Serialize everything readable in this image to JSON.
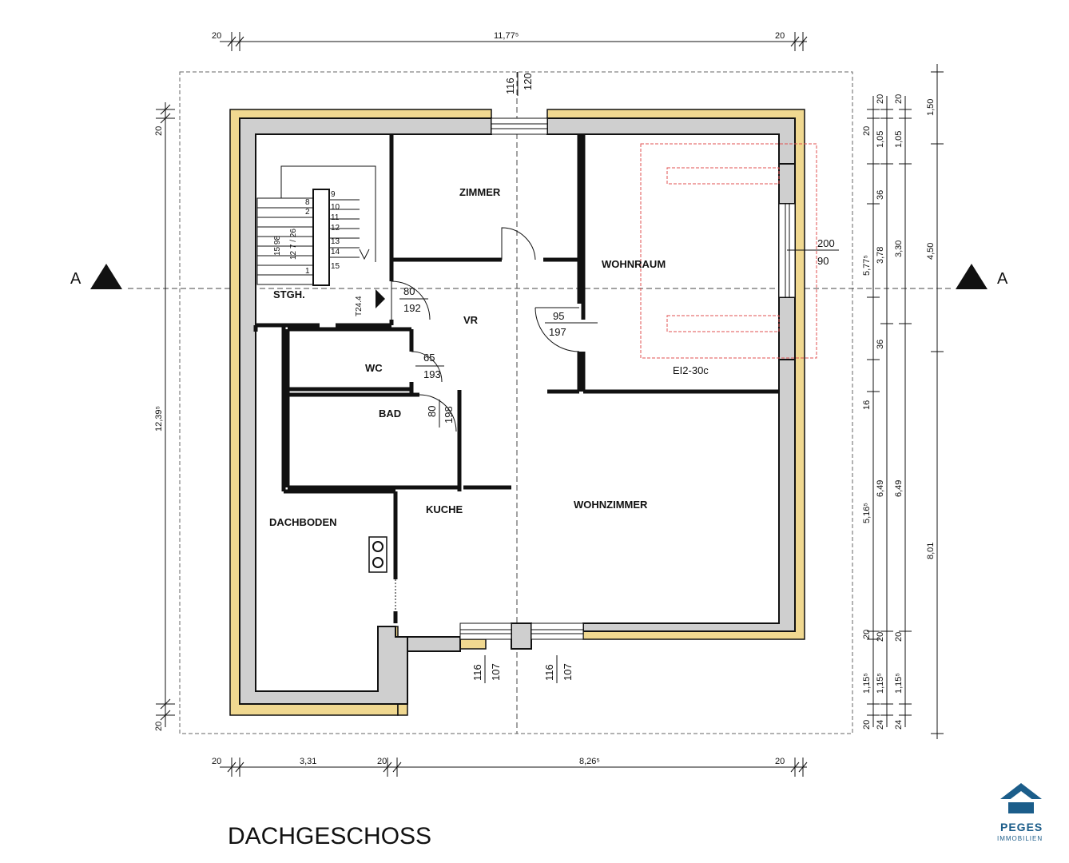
{
  "plan": {
    "title": "DACHGESCHOSS",
    "section_marker": "A",
    "fire_rating": "EI2-30c",
    "rooms": {
      "stgh": "STGH.",
      "zimmer": "ZIMMER",
      "wohnraum": "WOHNRAUM",
      "vr": "VR",
      "wc": "WC",
      "bad": "BAD",
      "dachboden": "DACHBODEN",
      "kuche": "KUCHE",
      "wohnzimmer": "WOHNZIMMER"
    },
    "doors": {
      "d1_w": "80",
      "d1_h": "192",
      "d2_w": "95",
      "d2_h": "197",
      "d3_w": "65",
      "d3_h": "193",
      "d4_w": "80",
      "d4_h": "198"
    },
    "windows": {
      "top_w": "116",
      "top_h": "120",
      "right_w": "200",
      "right_h": "90",
      "bottom1_w": "116",
      "bottom1_h": "107",
      "bottom2_w": "116",
      "bottom2_h": "107"
    },
    "stair": {
      "steps": [
        "8",
        "2",
        "1",
        "12",
        "13",
        "14",
        "15",
        "9",
        "10",
        "11"
      ],
      "label_a": "15 98",
      "label_b": "12 7 / 26",
      "label_c": "T24.4"
    },
    "dims_top": {
      "left": "20",
      "total": "11,77⁵",
      "right": "20"
    },
    "dims_bottom": {
      "a": "20",
      "b": "3,31",
      "c": "20",
      "d": "8,26⁵",
      "e": "20"
    },
    "dims_left": {
      "top": "20",
      "total": "12,39⁵",
      "bottom": "20"
    },
    "dims_right_1": [
      "20",
      "1,05",
      "36",
      "5,77⁵",
      "36",
      "16",
      "5,16⁵",
      "20",
      "1,15⁵",
      "20"
    ],
    "dims_right_2": [
      "20",
      "1,05",
      "3,78",
      "6,49",
      "20",
      "1,15⁵",
      "24"
    ],
    "dims_right_3": [
      "20",
      "3,30",
      "6,49",
      "20",
      "1,15⁵",
      "24"
    ],
    "dims_right_4": [
      "1,50",
      "4,50",
      "8,01"
    ]
  },
  "logo": {
    "name": "PEGES",
    "sub": "IMMOBILIEN",
    "color": "#1b5d8a"
  },
  "colors": {
    "insulation": "#f0d890",
    "wall": "#cfcfcf",
    "line": "#111111",
    "roof_window": "#e05050"
  }
}
